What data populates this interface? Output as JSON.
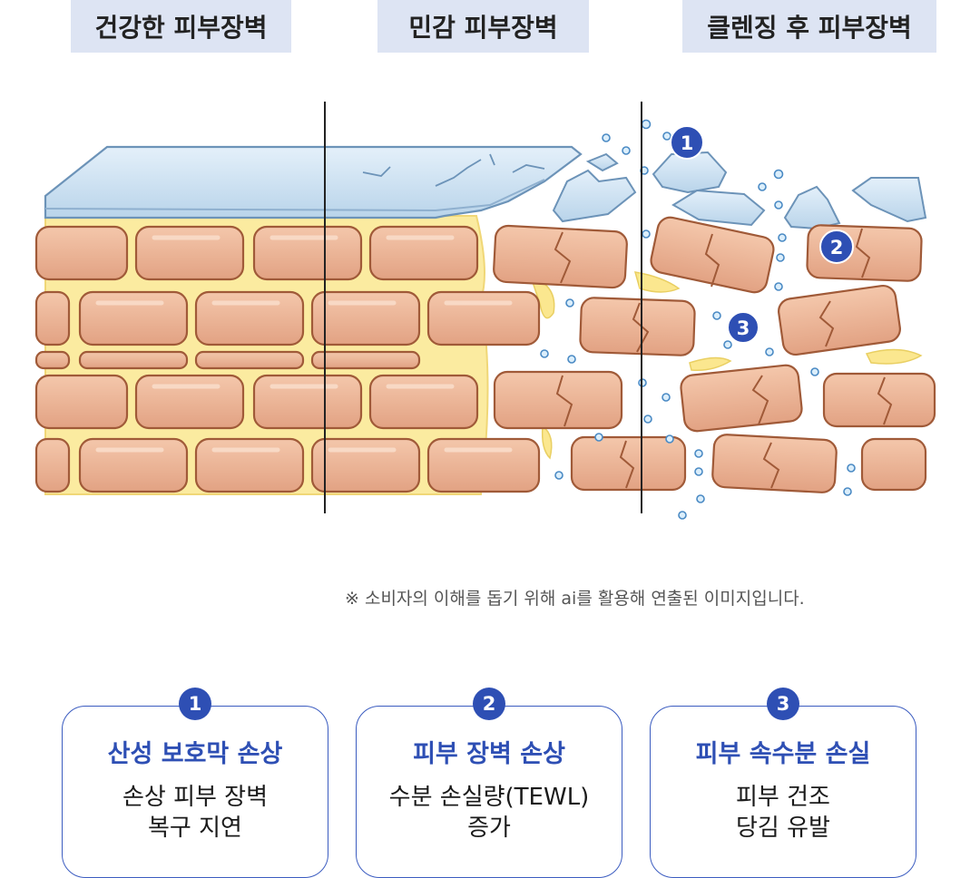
{
  "labels": [
    "건강한 피부장벽",
    "민감 피부장벽",
    "클렌징 후 피부장벽"
  ],
  "markers": [
    "1",
    "2",
    "3"
  ],
  "note": "※ 소비자의 이해를 돕기 위해 ai를 활용해 연출된 이미지입니다.",
  "cards": [
    {
      "num": "1",
      "title": "산성 보호막 손상",
      "line1": "손상 피부 장벽",
      "line2": "복구 지연"
    },
    {
      "num": "2",
      "title": "피부 장벽 손상",
      "line1": "수분 손실량(TEWL)",
      "line2": "증가"
    },
    {
      "num": "3",
      "title": "피부 속수분 손실",
      "line1": "피부 건조",
      "line2": "당김 유발"
    }
  ],
  "colors": {
    "label_bg": "#dde4f3",
    "accent": "#2e4fb4",
    "brick": "#eab597",
    "brick_border": "#a05a38",
    "lipid": "#fbeba0",
    "ice": "#cfe3f2"
  }
}
